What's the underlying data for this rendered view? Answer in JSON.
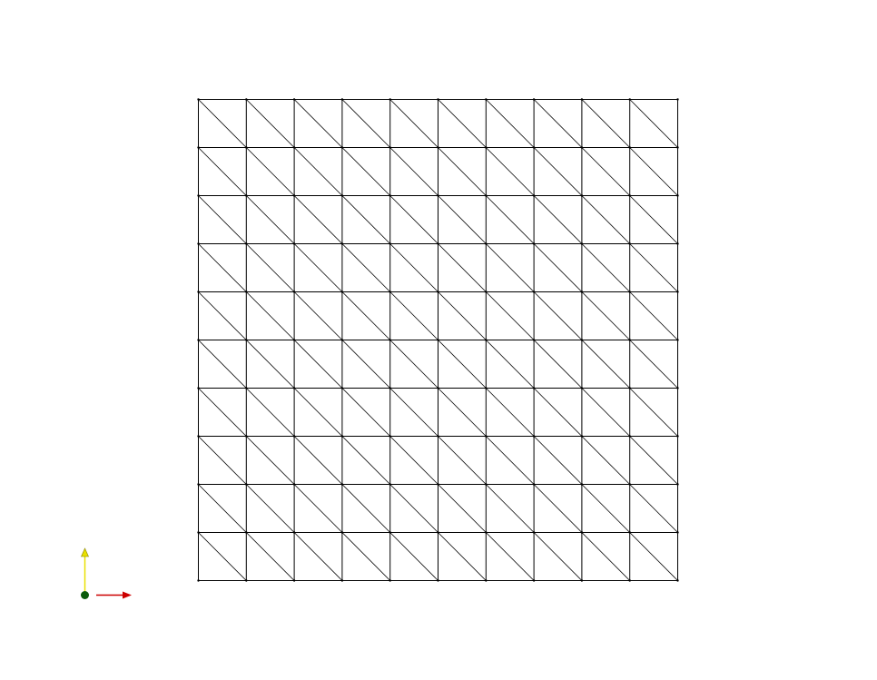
{
  "background_color": "#ffffff",
  "mesh": {
    "type": "structured-triangular",
    "cols": 10,
    "rows": 10,
    "diagonal": "top-left-to-bottom-right",
    "edge_color": "#000000",
    "vertex_markers": true
  },
  "orientation_axes": {
    "x_axis_color": "#cc0000",
    "y_axis_color": "#e8e000",
    "origin_color": "#0a5a0a",
    "x_icon": "x-axis-arrow-icon",
    "y_icon": "y-axis-arrow-icon",
    "origin_icon": "origin-dot-icon"
  }
}
